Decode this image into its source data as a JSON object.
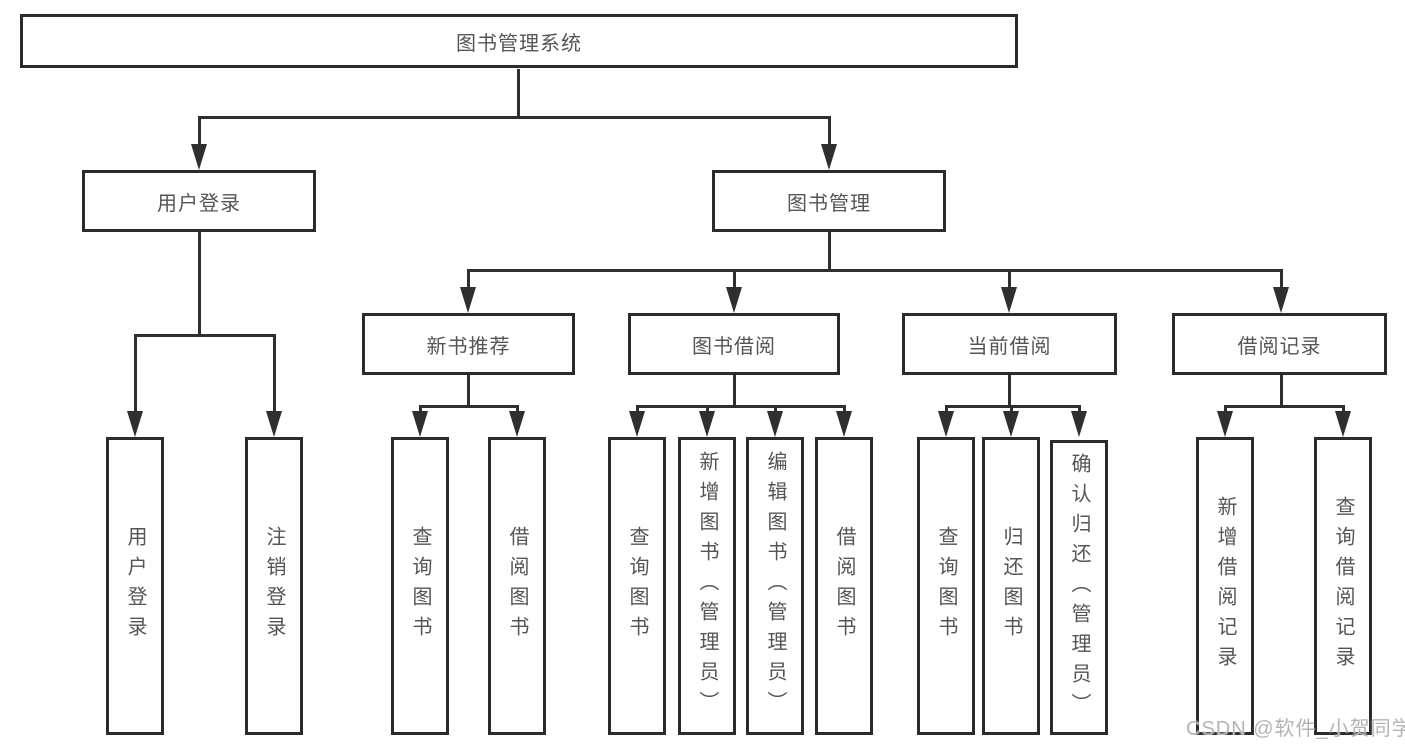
{
  "tree": {
    "label": "图书管理系统",
    "children": [
      {
        "label": "用户登录",
        "children": [
          {
            "label": "用户登录"
          },
          {
            "label": "注销登录"
          }
        ]
      },
      {
        "label": "图书管理",
        "children": [
          {
            "label": "新书推荐",
            "children": [
              {
                "label": "查询图书"
              },
              {
                "label": "借阅图书"
              }
            ]
          },
          {
            "label": "图书借阅",
            "children": [
              {
                "label": "查询图书"
              },
              {
                "label": "新增图书（管理员）"
              },
              {
                "label": "编辑图书（管理员）"
              },
              {
                "label": "借阅图书"
              }
            ]
          },
          {
            "label": "当前借阅",
            "children": [
              {
                "label": "查询图书"
              },
              {
                "label": "归还图书"
              },
              {
                "label": "确认归还（管理员）"
              }
            ]
          },
          {
            "label": "借阅记录",
            "children": [
              {
                "label": "新增借阅记录"
              },
              {
                "label": "查询借阅记录"
              }
            ]
          }
        ]
      }
    ]
  },
  "watermark": {
    "text": "CSDN @软件_小贺同学"
  },
  "colors": {
    "line": "#2f2f2f",
    "node_border": "#2b2b2b",
    "text": "#555555",
    "background": "#ffffff",
    "watermark": "#b4b4b4"
  }
}
